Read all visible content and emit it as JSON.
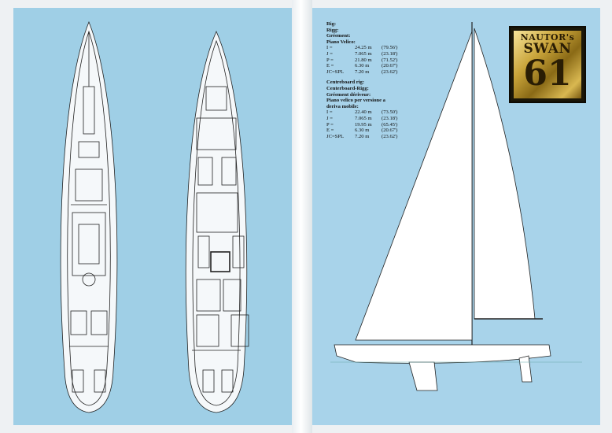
{
  "rig": {
    "headings": [
      "Rig:",
      "Rigg:",
      "Gréement:",
      "Piano Velico:"
    ],
    "rows": [
      {
        "k": "I =",
        "v": "24.25 m",
        "f": "(79.56')"
      },
      {
        "k": "J =",
        "v": "7.065 m",
        "f": "(23.18')"
      },
      {
        "k": "P =",
        "v": "21.80 m",
        "f": "(71.52')"
      },
      {
        "k": "E =",
        "v": "6.30 m",
        "f": "(20.67')"
      },
      {
        "k": "JC=SPL",
        "v": "7.20 m",
        "f": "(23.62')"
      }
    ]
  },
  "centreboard": {
    "headings": [
      "Centreboard rig:",
      "Centerboard-Rigg:",
      "Gréement dériveur:",
      "Piano velico per versione a",
      "deriva mobile:"
    ],
    "rows": [
      {
        "k": "I =",
        "v": "22.40 m",
        "f": "(73.50')"
      },
      {
        "k": "J =",
        "v": "7.065 m",
        "f": "(23.18')"
      },
      {
        "k": "P =",
        "v": "19.95 m",
        "f": "(65.45')"
      },
      {
        "k": "E =",
        "v": "6.30 m",
        "f": "(20.67')"
      },
      {
        "k": "JC=SPL",
        "v": "7.20 m",
        "f": "(23.62')"
      }
    ]
  },
  "logo": {
    "line1": "NAUTOR's",
    "line2": "SWAN",
    "line3": "61"
  },
  "colors": {
    "page_left": "#9fcfe6",
    "page_right": "#a8d3ea",
    "gold": "#c9a43a"
  }
}
